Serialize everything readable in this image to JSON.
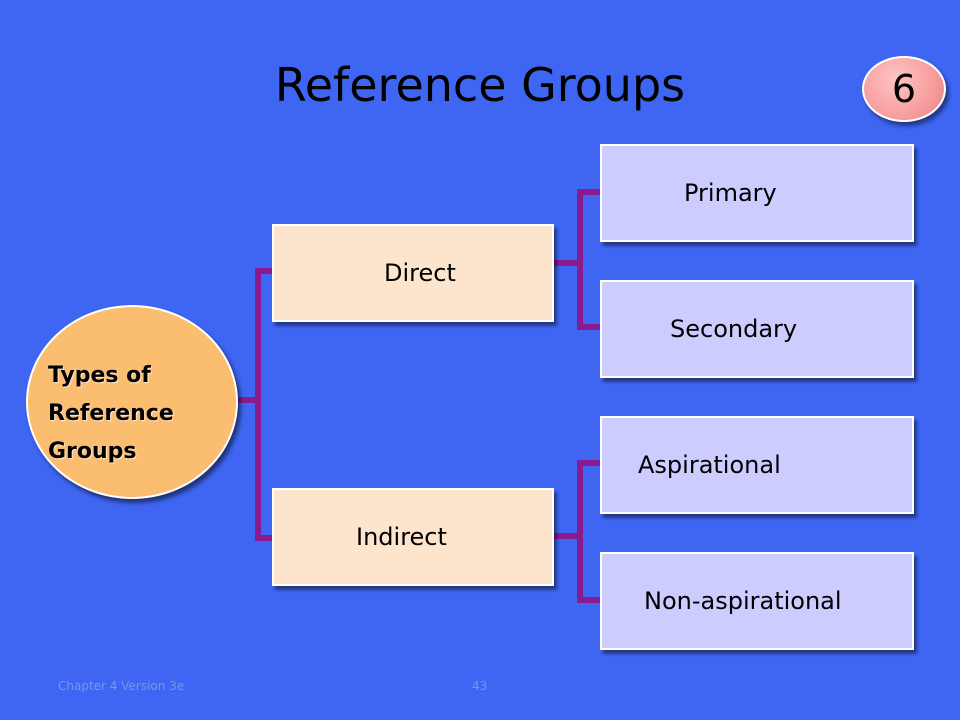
{
  "slide": {
    "title": "Reference Groups",
    "badge": "6",
    "background": "#3E66F2",
    "connector_color": "#8A1A8E"
  },
  "diagram": {
    "root": "Types of\nReference\nGroups",
    "branches": [
      {
        "label": "Direct",
        "children": [
          "Primary",
          "Secondary"
        ]
      },
      {
        "label": "Indirect",
        "children": [
          "Aspirational",
          "Non-aspirational"
        ]
      }
    ],
    "colors": {
      "root_fill": "#FBBD70",
      "branch_fill": "#FDE5CD",
      "leaf_fill": "#CCCCFF",
      "badge_fill": "#F59A9A"
    }
  },
  "footer": {
    "left": "Chapter 4 Version 3e",
    "page": "43"
  }
}
